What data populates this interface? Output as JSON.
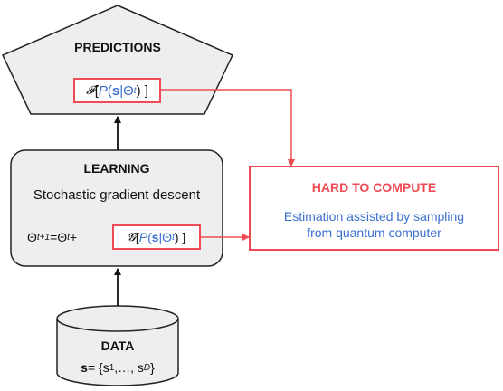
{
  "predictions": {
    "title": "PREDICTIONS",
    "op": "𝓕",
    "open": "[ ",
    "P": "P",
    "paren_open": "(",
    "s": "s",
    "bar": "|",
    "theta": "Θ",
    "t": "t",
    "close": ") ]"
  },
  "learning": {
    "title": "LEARNING",
    "subtitle": "Stochastic gradient descent",
    "theta": "Θ",
    "t_plus_1": "t+1",
    "eq": " = ",
    "t": "t",
    "plus": " + ",
    "op": "𝓖",
    "open": "[ ",
    "P": "P",
    "paren_open": "(",
    "s": "s",
    "bar": "|",
    "theta2": "Θ",
    "t2": "t",
    "close": ") ]"
  },
  "data": {
    "title": "DATA",
    "s": "s",
    "eq": " = {s",
    "sup1": "1",
    "mid": ",…, s",
    "supD": "D",
    "end": "}"
  },
  "hard": {
    "title": "HARD TO COMPUTE",
    "line1": "Estimation assisted by sampling",
    "line2": "from quantum computer"
  },
  "colors": {
    "red": "#ef4b55",
    "blue": "#3a6fd0",
    "box_fill": "#eeeeee",
    "stroke": "#222222"
  }
}
